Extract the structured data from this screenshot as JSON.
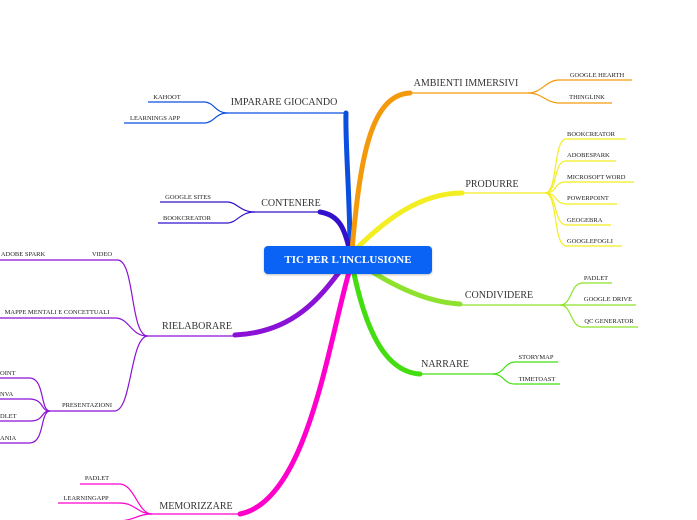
{
  "center": {
    "label": "TIC PER L'INCLUSIONE",
    "color": "#0b63f6"
  },
  "branches": {
    "imparare": {
      "label": "IMPARARE GIOCANDO",
      "color": "#0a4fe0",
      "leaves": [
        "KAHOOT",
        "LEARNINGS APP"
      ]
    },
    "contenere": {
      "label": "CONTENERE",
      "color": "#3311cc",
      "leaves": [
        "GOOGLE SITES",
        "BOOKCREATOR"
      ]
    },
    "rielaborare": {
      "label": "RIELABORARE",
      "color": "#8a12d6",
      "video": {
        "label": "VIDEO",
        "leaves": [
          "ADOBE SPARK"
        ]
      },
      "mappe": "MAPPE MENTALI E CONCETTUALI",
      "presentazioni": {
        "label": "PRESENTAZIONI",
        "leaves": [
          "OINT",
          "NVA",
          "DLET",
          "ANIA"
        ]
      }
    },
    "memorizzare": {
      "label": "MEMORIZZARE",
      "color": "#ff00cc",
      "leaves": [
        "PADLET",
        "LEARNINGAPP"
      ]
    },
    "ambienti": {
      "label": "AMBIENTI IMMERSIVI",
      "color": "#f39a0c",
      "leaves": [
        "GOOGLE HEARTH",
        "THINGLINK"
      ]
    },
    "produrre": {
      "label": "PRODURRE",
      "color": "#f2ee22",
      "leaves": [
        "BOOKCREATOR",
        "ADOBESPARK",
        "MICROSOFT WORD",
        "POWERPOINT",
        "GEOGEBRA",
        "GOOGLEFOGLI"
      ]
    },
    "condividere": {
      "label": "CONDIVIDERE",
      "color": "#8ee22e",
      "leaves": [
        "PADLET",
        "GOOGLE DRIVE",
        "QC GENERATOR"
      ]
    },
    "narrare": {
      "label": "NARRARE",
      "color": "#44dd11",
      "leaves": [
        "STORYMAP",
        "TIMETOAST"
      ]
    }
  }
}
